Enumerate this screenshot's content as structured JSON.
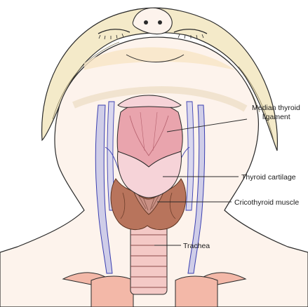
{
  "labels": {
    "median_line1": "Median thyroid",
    "median_line2": "ligament",
    "thyroid_cartilage": "Thyroid cartilage",
    "cricothyroid_muscle": "Cricothyroid muscle",
    "trachea": "Trachea"
  },
  "colors": {
    "hair": "#f4eac9",
    "skin": "#fdf3ec",
    "cartilage": "#f6d3d8",
    "ligament": "#e9a4ad",
    "thyroid_gland": "#b8745c",
    "muscle": "#c99084",
    "vessel": "#cfcde8",
    "vessel_outline": "#3b3fb0",
    "line": "#2a2a2a"
  }
}
